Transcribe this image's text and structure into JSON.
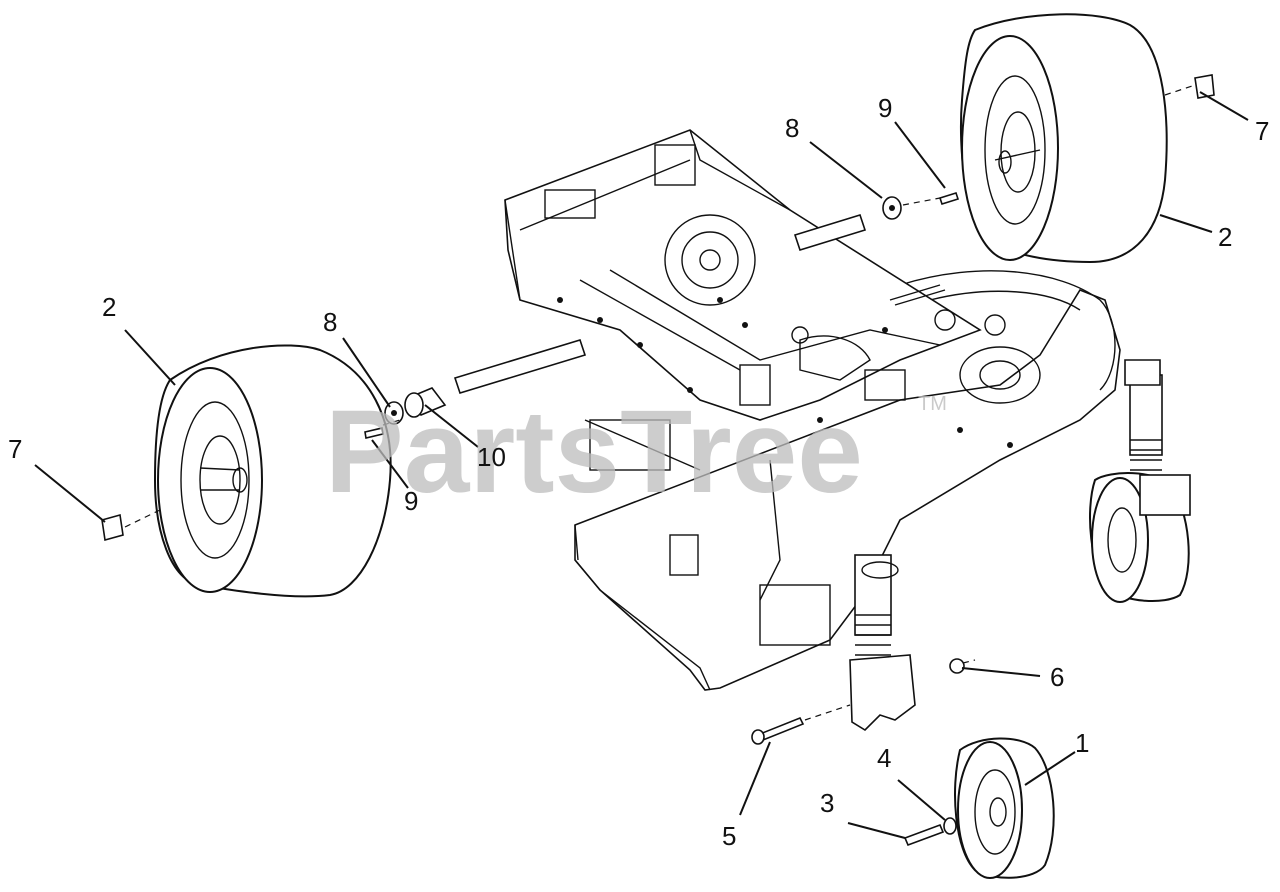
{
  "watermark": {
    "text": "PartsTree",
    "trademark": "TM"
  },
  "callouts": {
    "c1": "1",
    "c2a": "2",
    "c2b": "2",
    "c3": "3",
    "c4": "4",
    "c5": "5",
    "c6": "6",
    "c7a": "7",
    "c7b": "7",
    "c8a": "8",
    "c8b": "8",
    "c9a": "9",
    "c9b": "9",
    "c10": "10"
  }
}
